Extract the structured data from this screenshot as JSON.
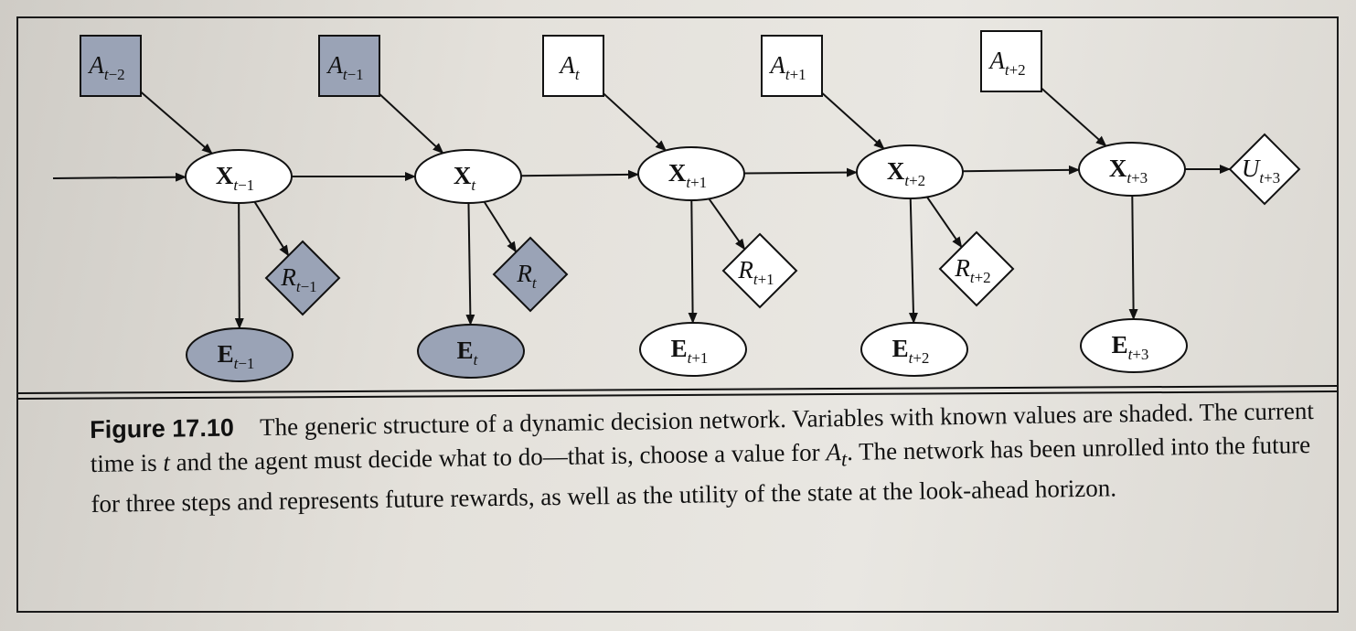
{
  "colors": {
    "shaded": "#9aa3b6",
    "unshaded": "#ffffff",
    "stroke": "#111111"
  },
  "nodes": {
    "A_tm2": {
      "base": "A",
      "sub": "t−2",
      "shape": "square",
      "shaded": true
    },
    "A_tm1": {
      "base": "A",
      "sub": "t−1",
      "shape": "square",
      "shaded": true
    },
    "A_t": {
      "base": "A",
      "sub": "t",
      "shape": "square",
      "shaded": false
    },
    "A_tp1": {
      "base": "A",
      "sub": "t+1",
      "shape": "square",
      "shaded": false
    },
    "A_tp2": {
      "base": "A",
      "sub": "t+2",
      "shape": "square",
      "shaded": false
    },
    "X_tm1": {
      "base": "X",
      "sub": "t−1",
      "shape": "ellipse",
      "shaded": false
    },
    "X_t": {
      "base": "X",
      "sub": "t",
      "shape": "ellipse",
      "shaded": false
    },
    "X_tp1": {
      "base": "X",
      "sub": "t+1",
      "shape": "ellipse",
      "shaded": false
    },
    "X_tp2": {
      "base": "X",
      "sub": "t+2",
      "shape": "ellipse",
      "shaded": false
    },
    "X_tp3": {
      "base": "X",
      "sub": "t+3",
      "shape": "ellipse",
      "shaded": false
    },
    "U_tp3": {
      "base": "U",
      "sub": "t+3",
      "shape": "diamond",
      "shaded": false
    },
    "R_tm1": {
      "base": "R",
      "sub": "t−1",
      "shape": "diamond",
      "shaded": true
    },
    "R_t": {
      "base": "R",
      "sub": "t",
      "shape": "diamond",
      "shaded": true
    },
    "R_tp1": {
      "base": "R",
      "sub": "t+1",
      "shape": "diamond",
      "shaded": false
    },
    "R_tp2": {
      "base": "R",
      "sub": "t+2",
      "shape": "diamond",
      "shaded": false
    },
    "E_tm1": {
      "base": "E",
      "sub": "t−1",
      "shape": "ellipse",
      "shaded": true
    },
    "E_t": {
      "base": "E",
      "sub": "t",
      "shape": "ellipse",
      "shaded": true
    },
    "E_tp1": {
      "base": "E",
      "sub": "t+1",
      "shape": "ellipse",
      "shaded": false
    },
    "E_tp2": {
      "base": "E",
      "sub": "t+2",
      "shape": "ellipse",
      "shaded": false
    },
    "E_tp3": {
      "base": "E",
      "sub": "t+3",
      "shape": "ellipse",
      "shaded": false
    }
  },
  "edges": [
    [
      "in",
      "X_tm1"
    ],
    [
      "X_tm1",
      "X_t"
    ],
    [
      "X_t",
      "X_tp1"
    ],
    [
      "X_tp1",
      "X_tp2"
    ],
    [
      "X_tp2",
      "X_tp3"
    ],
    [
      "X_tp3",
      "U_tp3"
    ],
    [
      "A_tm2",
      "X_tm1"
    ],
    [
      "A_tm1",
      "X_t"
    ],
    [
      "A_t",
      "X_tp1"
    ],
    [
      "A_tp1",
      "X_tp2"
    ],
    [
      "A_tp2",
      "X_tp3"
    ],
    [
      "X_tm1",
      "R_tm1"
    ],
    [
      "X_t",
      "R_t"
    ],
    [
      "X_tp1",
      "R_tp1"
    ],
    [
      "X_tp2",
      "R_tp2"
    ],
    [
      "X_tm1",
      "E_tm1"
    ],
    [
      "X_t",
      "E_t"
    ],
    [
      "X_tp1",
      "E_tp1"
    ],
    [
      "X_tp2",
      "E_tp2"
    ],
    [
      "X_tp3",
      "E_tp3"
    ]
  ],
  "caption": {
    "label": "Figure 17.10",
    "text": "The generic structure of a dynamic decision network. Variables with known values are shaded. The current time is",
    "t_symbol": "t",
    "text2": "and the agent must decide what to do—that is, choose a value for",
    "a_symbol": "A",
    "a_sub": "t",
    "text3": ". The network has been unrolled into the future for three steps and represents future rewards, as well as the utility of the state at the look-ahead horizon."
  }
}
